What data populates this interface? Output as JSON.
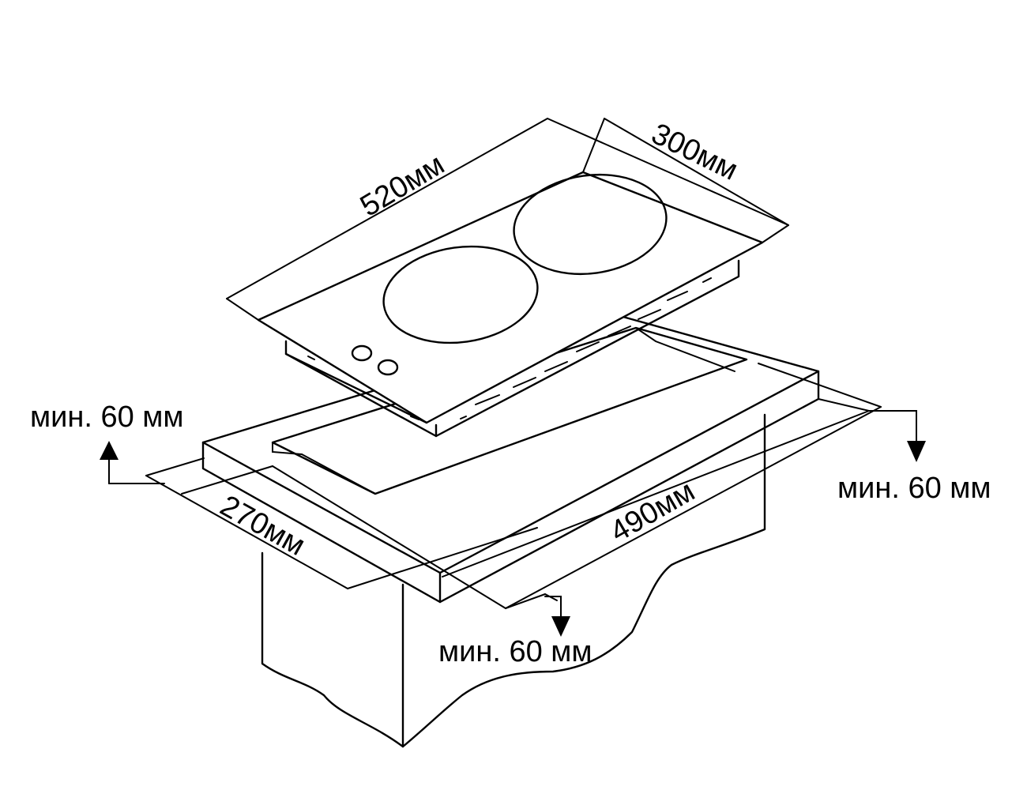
{
  "dimensions": {
    "hob_width": "520мм",
    "hob_depth": "300мм",
    "cutout_depth": "270мм",
    "cutout_width": "490мм"
  },
  "clearances": {
    "left": "мин. 60 мм",
    "right": "мин. 60 мм",
    "front": "мин. 60 мм"
  }
}
